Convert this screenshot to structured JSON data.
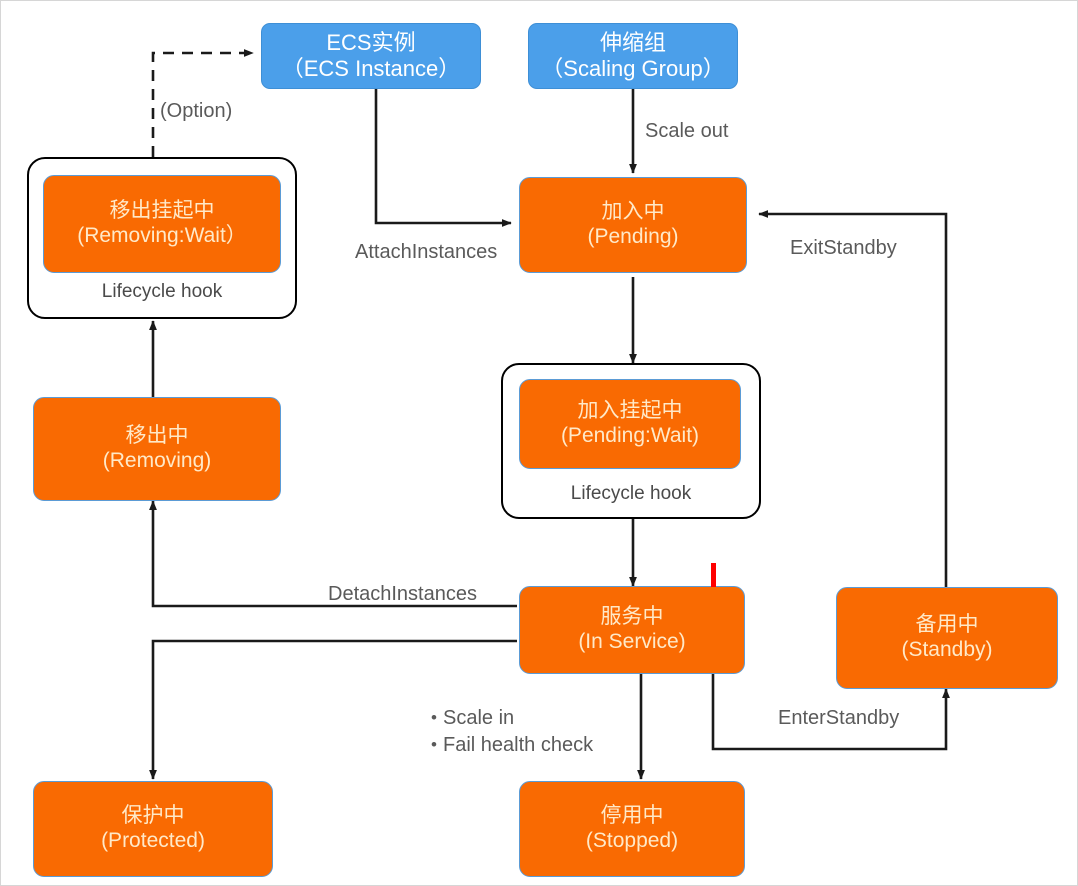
{
  "diagram": {
    "title": "ECS instance lifecycle state machine",
    "colors": {
      "source_fill": "#4B9FEA",
      "state_fill": "#F96A02",
      "state_border": "#5B9BD5",
      "state_text": "#FFE9C8",
      "hook_border": "#000000",
      "edge": "#1a1a1a",
      "label_text": "#5a5a5a",
      "caret": "#FF0000"
    },
    "nodes": [
      {
        "id": "ecs-instance",
        "kind": "source",
        "cn": "ECS实例",
        "en": "（ECS Instance）"
      },
      {
        "id": "scaling-group",
        "kind": "source",
        "cn": "伸缩组",
        "en": "（Scaling Group）"
      },
      {
        "id": "removing-wait",
        "kind": "state",
        "cn": "移出挂起中",
        "en": "(Removing:Wait）"
      },
      {
        "id": "pending",
        "kind": "state",
        "cn": "加入中",
        "en": "(Pending)"
      },
      {
        "id": "pending-wait",
        "kind": "state",
        "cn": "加入挂起中",
        "en": "(Pending:Wait)"
      },
      {
        "id": "removing",
        "kind": "state",
        "cn": "移出中",
        "en": "(Removing)"
      },
      {
        "id": "in-service",
        "kind": "state",
        "cn": "服务中",
        "en": "(In Service)"
      },
      {
        "id": "standby",
        "kind": "state",
        "cn": "备用中",
        "en": "(Standby)"
      },
      {
        "id": "protected",
        "kind": "state",
        "cn": "保护中",
        "en": "(Protected)"
      },
      {
        "id": "stopped",
        "kind": "state",
        "cn": "停用中",
        "en": "(Stopped)"
      }
    ],
    "hooks": [
      {
        "id": "hook-removing",
        "label": "Lifecycle hook"
      },
      {
        "id": "hook-pending",
        "label": "Lifecycle hook"
      }
    ],
    "edges": [
      {
        "id": "option",
        "label": "(Option)",
        "from": "removing-wait-hook",
        "to": "ecs-instance",
        "style": "dashed"
      },
      {
        "id": "scale-out",
        "label": "Scale out",
        "from": "scaling-group",
        "to": "pending",
        "style": "solid"
      },
      {
        "id": "attach-instances",
        "label": "AttachInstances",
        "from": "ecs-instance",
        "to": "pending",
        "style": "solid"
      },
      {
        "id": "exit-standby",
        "label": "ExitStandby",
        "from": "standby",
        "to": "pending",
        "style": "solid"
      },
      {
        "id": "pending-to-wait",
        "label": "",
        "from": "pending",
        "to": "pending-wait",
        "style": "solid"
      },
      {
        "id": "wait-to-service",
        "label": "",
        "from": "pending-wait",
        "to": "in-service",
        "style": "solid"
      },
      {
        "id": "detach-instances",
        "label": "DetachInstances",
        "from": "in-service",
        "to": "removing",
        "style": "solid"
      },
      {
        "id": "to-protected",
        "label": "",
        "from": "in-service",
        "to": "protected",
        "style": "solid"
      },
      {
        "id": "to-stopped",
        "label": "",
        "from": "in-service",
        "to": "stopped",
        "style": "solid"
      },
      {
        "id": "enter-standby",
        "label": "EnterStandby",
        "from": "in-service",
        "to": "standby",
        "style": "solid"
      },
      {
        "id": "removing-to-hook",
        "label": "",
        "from": "removing",
        "to": "removing-wait",
        "style": "solid"
      }
    ],
    "bullets": [
      "Scale in",
      "Fail health check"
    ],
    "caret": {
      "name": "text-cursor"
    }
  }
}
